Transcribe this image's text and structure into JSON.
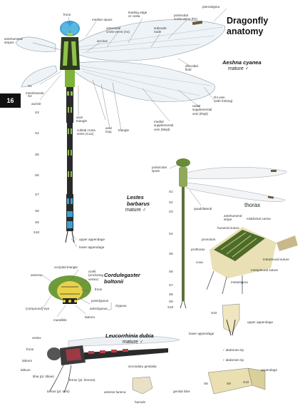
{
  "page": {
    "title": "Dragonfly\nanatomy",
    "page_number": "16"
  },
  "species": {
    "aeshna": {
      "name": "Aeshna cyanea",
      "status": "mature ♂"
    },
    "lestes": {
      "name": "Lestes\nbarbarus",
      "status": "mature ♂"
    },
    "cordulegaster": {
      "name": "Cordulegaster\nboltonii"
    },
    "leucorrhinia": {
      "name": "Leucorrhinia dubia",
      "status": "mature ♂"
    }
  },
  "labels": {
    "frons": "frons",
    "median_space": "median space",
    "leading_edge": "leading edge\nor costa",
    "postnodal": "postnodal\ncross-veins (Px)",
    "pterostigma": "pterostigma",
    "antenodal": "antenodal\ncross-veins (Ax)",
    "subnode": "subnode\nnode",
    "antehumeral": "antehumeral\nstripes",
    "arculus": "arculus",
    "discoidal": "discoidal\nfield",
    "membranule": "membranule",
    "auricle": "auricle",
    "anal_triangle": "anal\ntriangle",
    "cubital": "cubital cross-\nveins (Cux)",
    "anal_loop": "anal\nloop",
    "triangle": "triangle",
    "medial_supp": "medial\nsupplemental\nvein (Mspl)",
    "radial_supp": "radial\nsupplemental\nvein (Rspl)",
    "r4_vein": "R4 vein\n(with forking)",
    "upper_appendage_a": "upper appendage",
    "lower_appendage_a": "lower appendage",
    "postocular": "postocular\nspots",
    "quadrilateral": "quadrilateral",
    "occipital": "occipital triangle",
    "antenna": "antenna",
    "ocelli": "ocelli\n(enclosing\nvertex)",
    "frons_c": "frons",
    "postclypeus": "postclypeus",
    "anteclypeus": "anteclypeus",
    "clypeus": "clypeus",
    "compound_eye": "(compound) eye",
    "labrum_c": "labrum",
    "mandible": "mandible",
    "thorax": "thorax",
    "th_antehumeral": "antehumeral\nstripe",
    "middorsal": "middorsal carina",
    "humeral": "humeral suture",
    "pronotum": "pronotum",
    "prothorax": "prothorax",
    "coxa": "coxa",
    "interpleural": "interpleural suture",
    "metapleural": "metapleural suture",
    "metastigma": "metastigma",
    "s10_app": "S10",
    "upper_appendage_b": "upper appendage",
    "lower_appendage_b": "lower appendage",
    "male_tip": "♂ abdomen tip",
    "female_tip": "♀ abdomen tip",
    "appendage": "appendage",
    "vertex": "vertex",
    "frons_l": "frons",
    "labrum_l": "labrum",
    "labium": "labium",
    "tibia": "tibia (pl. tibiae)",
    "femur": "femur (pl. femora)",
    "tarsus": "tarsus (pl. tarsi)",
    "secondary_genitalia": "secondary genitalia",
    "anterior_lamina": "anterior lamina",
    "hamule": "hamule",
    "genital_lobe": "genital lobe",
    "s8": "S8",
    "s9": "S9",
    "s10b": "S10"
  },
  "segments_a": [
    "S1",
    "S2",
    "S3",
    "S4",
    "S5",
    "S6",
    "S7",
    "S8",
    "S9",
    "S10"
  ],
  "segments_b": [
    "S1",
    "S2",
    "S3",
    "S4",
    "S5",
    "S6",
    "S7",
    "S8",
    "S9",
    "S10"
  ],
  "colors": {
    "green": "#7fb33a",
    "blue": "#3d9fd3",
    "dark": "#2a2a2a",
    "red": "#c43a48",
    "wing": "#eef3f7",
    "amber": "#e8dfb4"
  }
}
